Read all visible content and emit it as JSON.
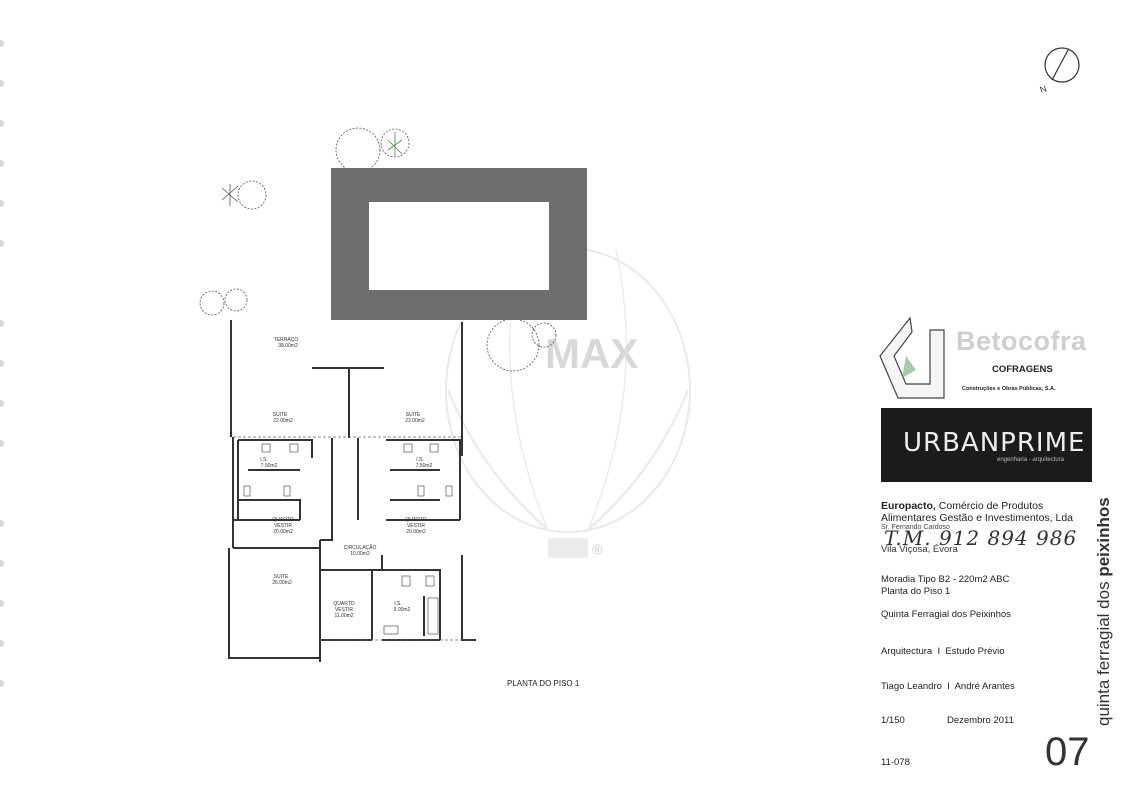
{
  "drawing": {
    "title": "PLANTA DO PISO 1",
    "north_label": "N",
    "rooms": [
      {
        "name": "TERRAÇO",
        "area": "38.00m2"
      },
      {
        "name": "SUITE",
        "area": "22.00m2"
      },
      {
        "name": "SUITE",
        "area": "22.00m2"
      },
      {
        "name": "I.S.",
        "area": "7.50m2"
      },
      {
        "name": "I.S.",
        "area": "7.50m2"
      },
      {
        "name": "QUARTO",
        "name2": "VESTIR",
        "area": "20.00m2"
      },
      {
        "name": "QUARTO",
        "name2": "VESTIR",
        "area": "20.00m2"
      },
      {
        "name": "CIRCULAÇÃO",
        "area": "10.00m2"
      },
      {
        "name": "SUITE",
        "area": "26.00m2"
      },
      {
        "name": "QUARTO",
        "name2": "VESTIR",
        "area": "11.00m2"
      },
      {
        "name": "I.S.",
        "area": "9.00m2"
      }
    ],
    "watermark": "MAX",
    "watermark_symbol": "®"
  },
  "title_block": {
    "company1": {
      "name": "Betocofra",
      "subtitle": "COFRAGENS",
      "tagline": "Construções e Obras Públicas, S.A."
    },
    "company2": {
      "name": "URBANPRIME",
      "tagline": "engenharia - arquitectura"
    },
    "client": {
      "name_bold": "Europacto,",
      "name_rest": "Comércio de Produtos",
      "line2": "Alimentares Gestão e Investimentos, Lda",
      "contact": "Sr. Fernando Cardoso",
      "handwritten_phone": "T.M. 912 894 986",
      "location": "Vila Viçosa, Évora"
    },
    "house_type": "Moradia Tipo B2 - 220m2 ABC",
    "floor_name": "Planta do Piso 1",
    "project_name": "Quinta Ferragial dos Peixinhos",
    "discipline": "Arquitectura  I  Estudo Prévio",
    "authors": "Tiago Leandro  I  André Arantes",
    "scale": "1/150",
    "date": "Dezembro 2011",
    "project_code": "11-078",
    "sheet_number": "07",
    "vertical_title_light": "quinta ferragial dos",
    "vertical_title_bold": "peixinhos"
  },
  "colors": {
    "pool": "#6e6e6e",
    "water": "#ffffff",
    "walls": "#333333",
    "urbanprime_bg": "#1b1b1b"
  }
}
